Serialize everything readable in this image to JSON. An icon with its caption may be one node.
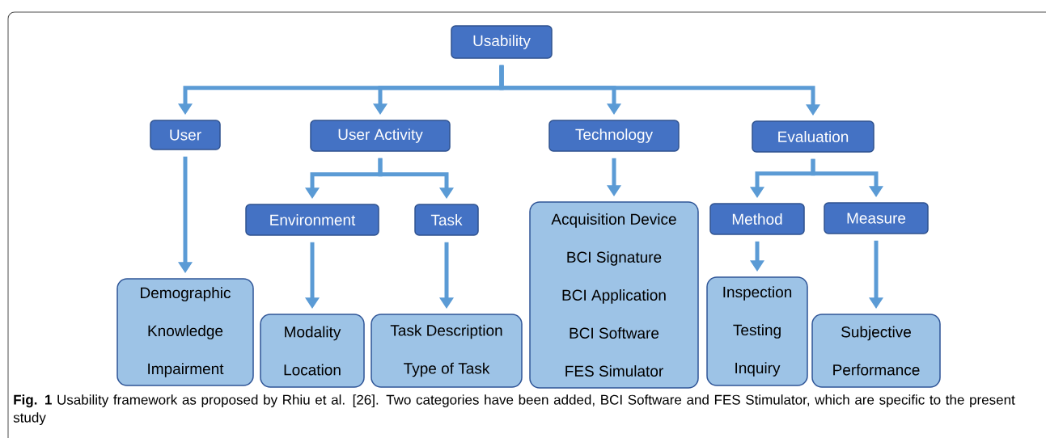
{
  "diagram": {
    "caption": "**Fig. 1** Usability framework as proposed by Rhiu et al. [26]. Two categories have been added, BCI Software and FES Stimulator, which are specific to the present study",
    "nodes": [
      {
        "text": [
          "Usability"
        ]
      },
      {
        "text": [
          "User"
        ]
      },
      {
        "text": [
          "User Activity"
        ]
      },
      {
        "text": [
          "Technology"
        ]
      },
      {
        "text": [
          "Evaluation"
        ]
      },
      {
        "text": [
          "Environment"
        ]
      },
      {
        "text": [
          "Task"
        ]
      },
      {
        "text": [
          "Method"
        ]
      },
      {
        "text": [
          "Measure"
        ]
      },
      {
        "text": [
          "Demographic",
          "Knowledge",
          "Impairment"
        ]
      },
      {
        "text": [
          "Modality",
          "Location"
        ]
      },
      {
        "text": [
          "Task Description",
          "Type of Task"
        ]
      },
      {
        "text": [
          "Acquisition Device",
          "BCI Signature",
          "BCI Application",
          "BCI Software",
          "FES Simulator"
        ]
      },
      {
        "text": [
          "Inspection",
          "Testing",
          "Inquiry"
        ]
      },
      {
        "text": [
          "Subjective",
          "Performance"
        ]
      }
    ],
    "edges": [
      {
        "from": 0,
        "to": 1,
        "arrow": "to"
      },
      {
        "from": 0,
        "to": 2,
        "arrow": "to"
      },
      {
        "from": 0,
        "to": 3,
        "arrow": "to"
      },
      {
        "from": 0,
        "to": 4,
        "arrow": "to"
      },
      {
        "from": 1,
        "to": 9,
        "arrow": "to"
      },
      {
        "from": 2,
        "to": 5,
        "arrow": "to"
      },
      {
        "from": 2,
        "to": 6,
        "arrow": "to"
      },
      {
        "from": 3,
        "to": 12,
        "arrow": "to"
      },
      {
        "from": 4,
        "to": 7,
        "arrow": "to"
      },
      {
        "from": 4,
        "to": 8,
        "arrow": "to"
      },
      {
        "from": 5,
        "to": 10,
        "arrow": "to"
      },
      {
        "from": 6,
        "to": 11,
        "arrow": "to"
      },
      {
        "from": 7,
        "to": 13,
        "arrow": "to"
      },
      {
        "from": 8,
        "to": 14,
        "arrow": "to"
      }
    ]
  }
}
